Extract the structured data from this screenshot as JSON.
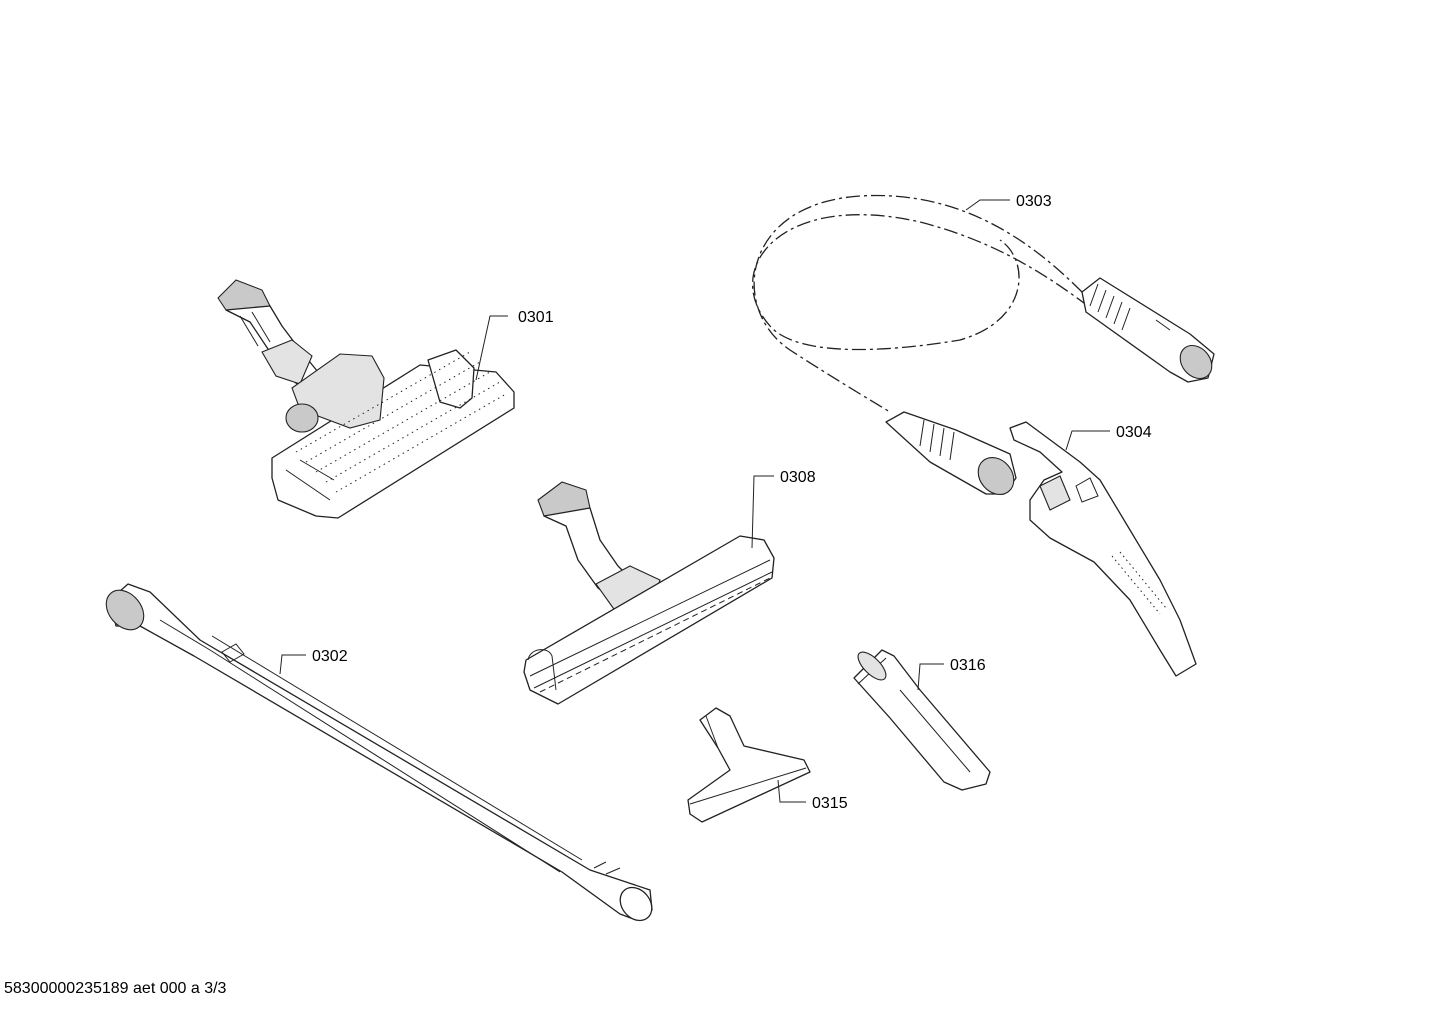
{
  "drawing": {
    "labels": {
      "p0301": "0301",
      "p0302": "0302",
      "p0303": "0303",
      "p0304": "0304",
      "p0308": "0308",
      "p0315": "0315",
      "p0316": "0316"
    },
    "footer": "58300000235189 aet 000 a 3/3"
  }
}
